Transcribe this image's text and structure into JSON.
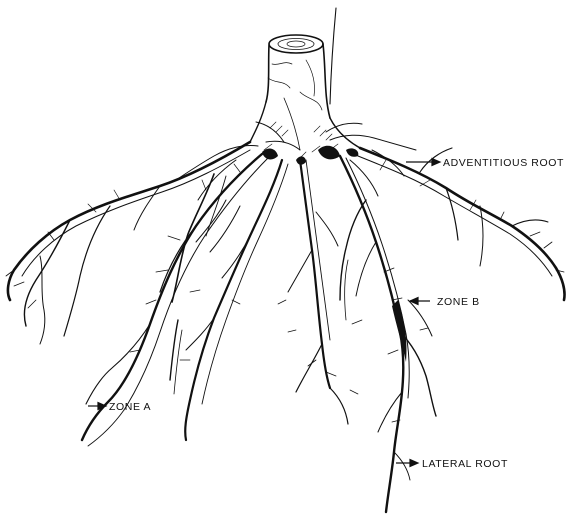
{
  "labels": {
    "adventitious_root": "ADVENTITIOUS ROOT",
    "zone_b": "ZONE B",
    "zone_a": "ZONE A",
    "lateral_root": "LATERAL ROOT"
  },
  "colors": {
    "ink": "#111111",
    "background": "#ffffff"
  }
}
